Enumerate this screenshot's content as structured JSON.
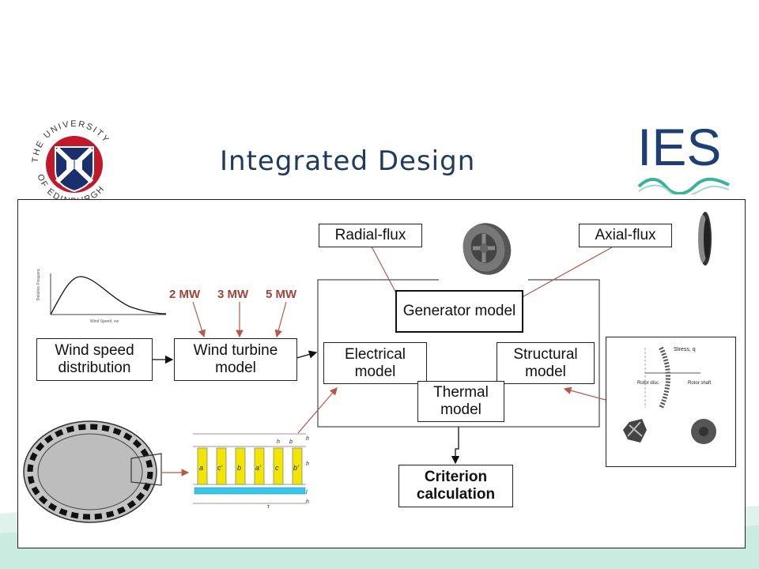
{
  "header": {
    "title": "Integrated Design",
    "university_seal_text": "THE UNIVERSITY OF EDINBURGH",
    "logo_text": "IES"
  },
  "diagram": {
    "wind_speed_distribution": "Wind speed distribution",
    "wind_turbine_model": "Wind turbine model",
    "ratings": [
      "2 MW",
      "3 MW",
      "5 MW"
    ],
    "radial_flux": "Radial-flux",
    "axial_flux": "Axial-flux",
    "generator_model": "Generator model",
    "electrical_model": "Electrical model",
    "structural_model": "Structural model",
    "thermal_model": "Thermal model",
    "criterion_calculation": "Criterion calculation"
  },
  "winding": {
    "slot_labels": [
      "a",
      "c'",
      "b",
      "a'",
      "c",
      "b'"
    ],
    "dim_labels": [
      "h",
      "b",
      "h",
      "h",
      "l",
      "h",
      "τ"
    ]
  },
  "structure": {
    "labels": [
      "Stress, q",
      "Rotor disc",
      "Rotor shaft"
    ]
  },
  "colors": {
    "title": "#1e3a5f",
    "ies_blue": "#1d3f73",
    "mw_label": "#a0443a",
    "arrow_red": "#b5574b",
    "magnet_yellow": "#f2e600",
    "base_cyan": "#39c6ec"
  }
}
